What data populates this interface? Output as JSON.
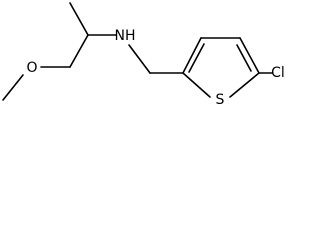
{
  "molecule": {
    "atoms": {
      "amine_n": "NH",
      "ether_o": "O",
      "ring_s": "S",
      "chlorine": "Cl"
    }
  }
}
